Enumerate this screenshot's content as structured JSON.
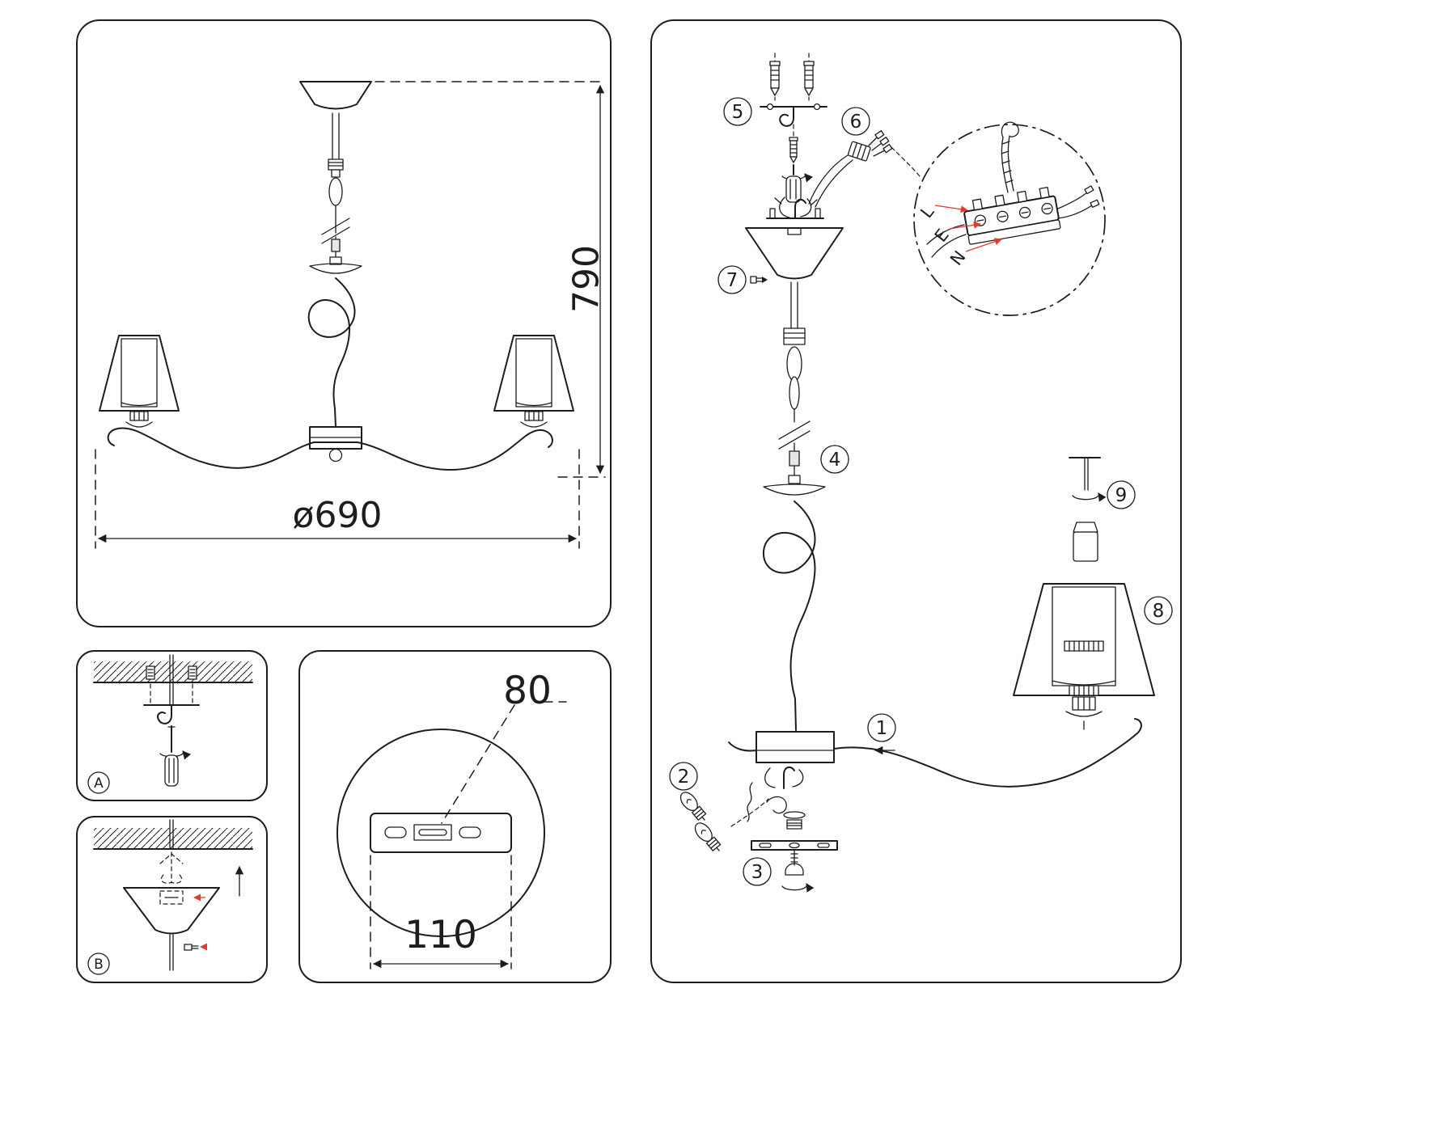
{
  "panels": {
    "overview": {
      "height_dim": "790",
      "diameter_dim": "ø690"
    },
    "mount_options": {
      "a": "A",
      "b": "B"
    },
    "bracket": {
      "slot_dim": "80",
      "plate_dim": "110"
    },
    "assembly": {
      "steps": {
        "s1": "1",
        "s2": "2",
        "s3": "3",
        "s4": "4",
        "s5": "5",
        "s6": "6",
        "s7": "7",
        "s8": "8",
        "s9": "9"
      },
      "wiring": {
        "live": "L",
        "earth": "E",
        "neutral": "N"
      }
    }
  },
  "colors": {
    "ink": "#1d1d1d",
    "accent_red": "#e23a2e",
    "paper": "#ffffff"
  }
}
